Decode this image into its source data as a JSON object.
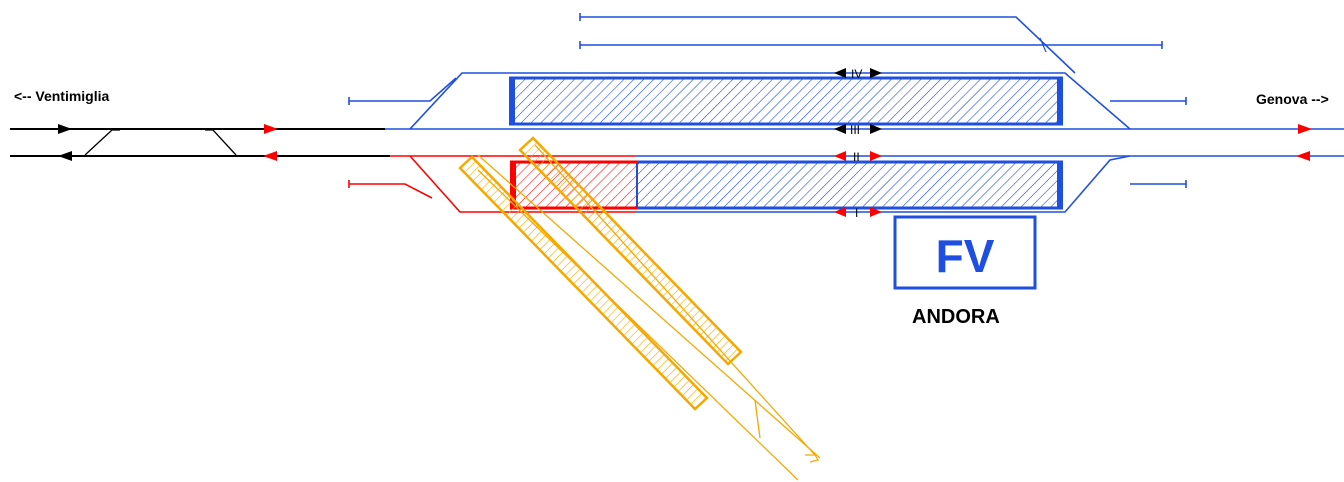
{
  "labels": {
    "west": "<-- Ventimiglia",
    "east": "Genova -->",
    "station": "ANDORA",
    "building": "FV"
  },
  "tracks": [
    {
      "id": "IV",
      "label": "IV"
    },
    {
      "id": "III",
      "label": "III"
    },
    {
      "id": "II",
      "label": "II"
    },
    {
      "id": "I",
      "label": "I"
    }
  ],
  "colors": {
    "existing": "#1f4fe0",
    "modified": "#ff0000",
    "mainline": "#000000",
    "new": "#f5a800"
  }
}
